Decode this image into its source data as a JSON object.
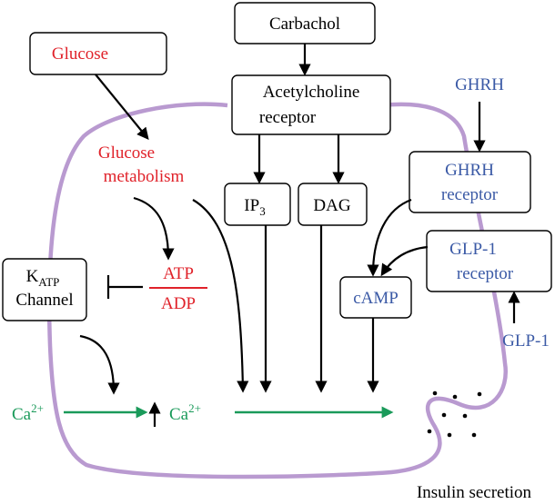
{
  "nodes": {
    "carbachol": "Carbachol",
    "ach_receptor_line1": "Acetylcholine",
    "ach_receptor_line2": "receptor",
    "glucose": "Glucose",
    "glucose_metabolism_line1": "Glucose",
    "glucose_metabolism_line2": "metabolism",
    "ghrh": "GHRH",
    "ghrh_receptor_line1": "GHRH",
    "ghrh_receptor_line2": "receptor",
    "glp1_receptor_line1": "GLP-1",
    "glp1_receptor_line2": "receptor",
    "glp1": "GLP-1",
    "ip3_base": "IP",
    "ip3_sub": "3",
    "dag": "DAG",
    "camp": "cAMP",
    "katp_base": "K",
    "katp_sub": "ATP",
    "katp_line2": "Channel",
    "atp": "ATP",
    "adp": "ADP",
    "ca_left_base": "Ca",
    "ca_left_sup": "2+",
    "ca_right_base": "Ca",
    "ca_right_sup": "2+",
    "insulin_secretion": "Insulin secretion"
  },
  "colors": {
    "membrane": "#b99ad0",
    "glucose_pathway": "#e0222a",
    "peptide_pathway": "#3b5aa6",
    "calcium": "#1a9a5a",
    "default": "#000000"
  }
}
